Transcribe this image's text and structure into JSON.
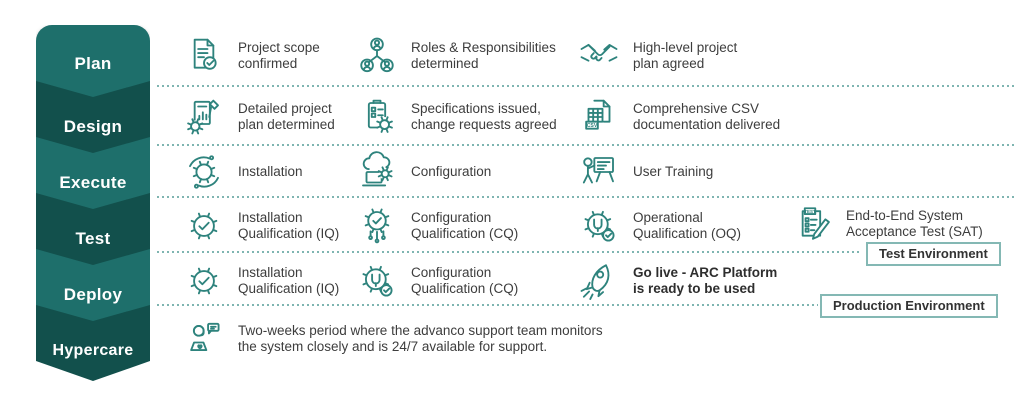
{
  "theme": {
    "stage_light": "#1E6F6B",
    "stage_dark": "#12504C",
    "icon_stroke": "#2E837D",
    "text_color": "#3D3D3D",
    "dashed_line": "#7FB5B1",
    "badge_border": "#84B8B4"
  },
  "stages": [
    {
      "label": "Plan"
    },
    {
      "label": "Design"
    },
    {
      "label": "Execute"
    },
    {
      "label": "Test"
    },
    {
      "label": "Deploy"
    },
    {
      "label": "Hypercare"
    }
  ],
  "badges": [
    {
      "label": "Test Environment"
    },
    {
      "label": "Production Environment"
    }
  ],
  "rows": [
    {
      "stage": "Plan",
      "items": [
        {
          "icon": "document-check",
          "text": "Project scope\nconfirmed"
        },
        {
          "icon": "people-network",
          "text": "Roles & Responsibilities\ndetermined"
        },
        {
          "icon": "handshake",
          "text": "High-level project\nplan agreed"
        }
      ]
    },
    {
      "stage": "Design",
      "items": [
        {
          "icon": "project-plan",
          "text": "Detailed project\nplan determined"
        },
        {
          "icon": "clipboard-gear",
          "text": "Specifications issued,\nchange requests agreed"
        },
        {
          "icon": "csv-file",
          "text": "Comprehensive CSV\ndocumentation delivered"
        }
      ]
    },
    {
      "stage": "Execute",
      "items": [
        {
          "icon": "gear-orbit",
          "text": "Installation"
        },
        {
          "icon": "cloud-laptop",
          "text": "Configuration"
        },
        {
          "icon": "user-training",
          "text": "User Training"
        }
      ]
    },
    {
      "stage": "Test",
      "items": [
        {
          "icon": "gear-check",
          "text": "Installation\nQualification (IQ)"
        },
        {
          "icon": "gear-circuit",
          "text": "Configuration\nQualification (CQ)"
        },
        {
          "icon": "gear-wrench",
          "text": "Operational\nQualification (OQ)"
        },
        {
          "icon": "sat-clipboard",
          "text": "End-to-End System\nAcceptance Test (SAT)"
        }
      ]
    },
    {
      "stage": "Deploy",
      "items": [
        {
          "icon": "gear-check",
          "text": "Installation\nQualification (IQ)"
        },
        {
          "icon": "gear-wrench",
          "text": "Configuration\nQualification (CQ)"
        },
        {
          "icon": "rocket",
          "text": "Go live - ARC Platform\nis ready to be used"
        }
      ]
    },
    {
      "stage": "Hypercare",
      "items": [
        {
          "icon": "support-agent",
          "text": "Two-weeks period where the advanco support team monitors\nthe system closely and is 24/7 available for support."
        }
      ]
    }
  ]
}
